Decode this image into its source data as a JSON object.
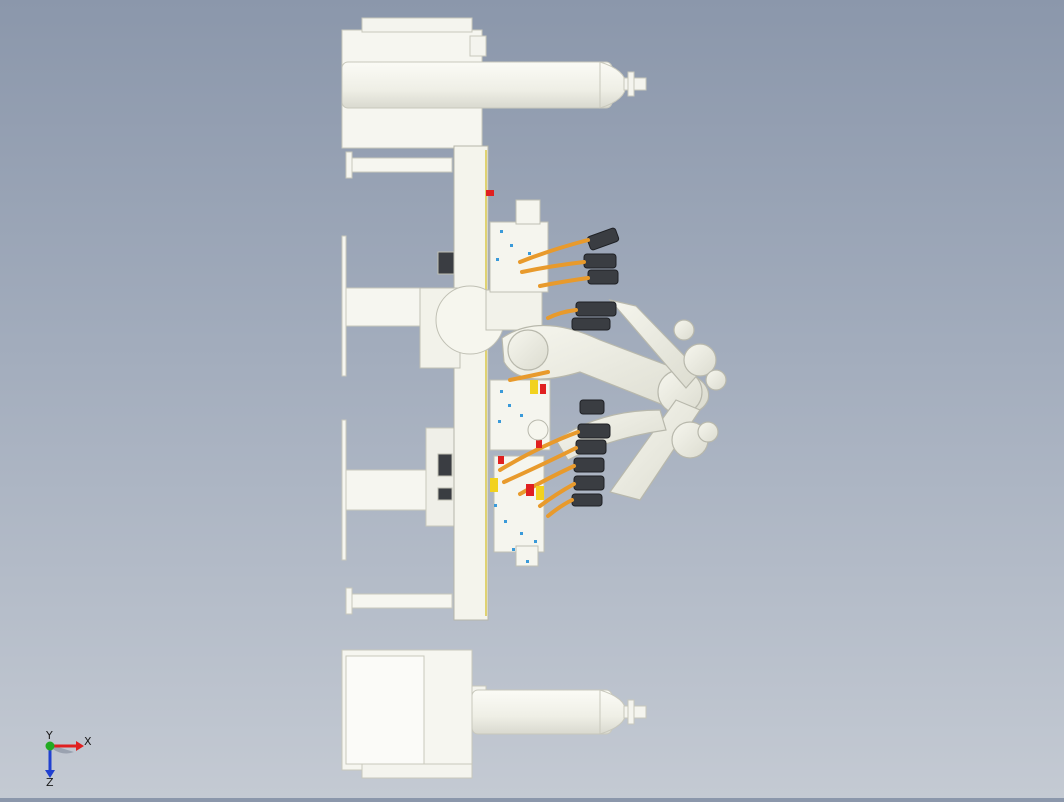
{
  "view": {
    "background_top": "#8b97ab",
    "background_bottom": "#c4cad3",
    "model_color": "#f2f2ea",
    "model_outline": "#c8c8bc",
    "cable_color": "#e89a2c",
    "gripper_color": "#3a3d42",
    "accent_blue": "#3a9ad9",
    "accent_red": "#e02020",
    "accent_yellow": "#f2d21e"
  },
  "triad": {
    "x_label": "X",
    "y_label": "Y",
    "z_label": "Z",
    "x_color": "#e02020",
    "y_color": "#22aa22",
    "z_color": "#2040d0"
  }
}
